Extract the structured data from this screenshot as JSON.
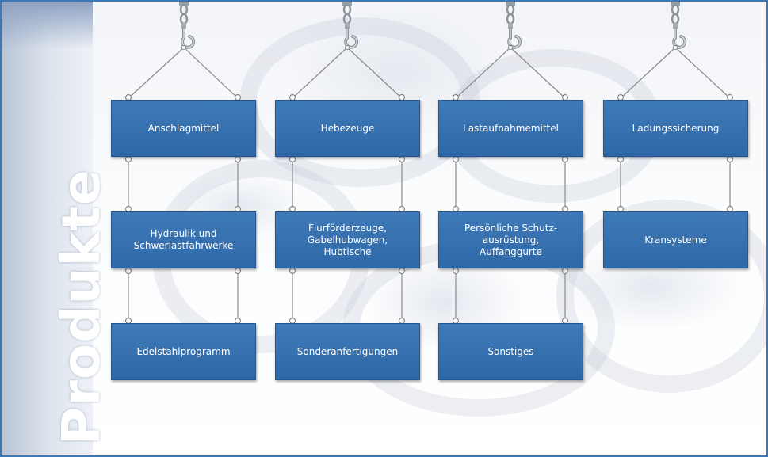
{
  "side_title": "Produkte",
  "colors": {
    "box": "#3470ad",
    "border": "#3a78b8",
    "wire": "#8a8a8a"
  },
  "categories": {
    "c1": "Anschlagmittel",
    "c2": "Hebezeuge",
    "c3": "Lastaufnahmemittel",
    "c4": "Ladungssicherung",
    "c5": "Hydraulik und\nSchwerlastfahrwerke",
    "c6": "Flurförderzeuge,\nGabelhubwagen,\nHubtische",
    "c7": "Persönliche Schutz-\nausrüstung,\nAuffanggurte",
    "c8": "Kransysteme",
    "c9": "Edelstahlprogramm",
    "c10": "Sonderanfertigungen",
    "c11": "Sonstiges"
  },
  "icons": [
    "hook-icon"
  ]
}
